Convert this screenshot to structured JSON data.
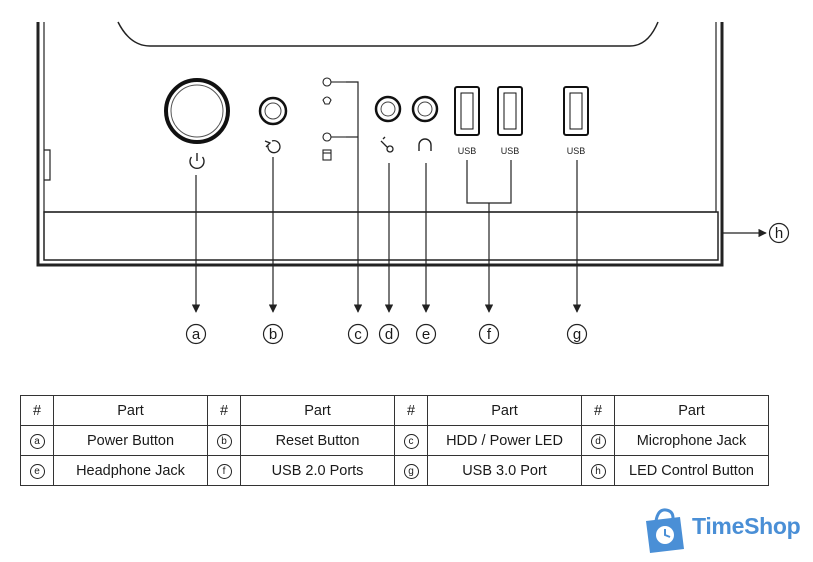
{
  "diagram": {
    "callouts": [
      "a",
      "b",
      "c",
      "d",
      "e",
      "f",
      "g",
      "h"
    ],
    "usb_labels": [
      "USB",
      "USB",
      "USB"
    ]
  },
  "table": {
    "headers": [
      "#",
      "Part",
      "#",
      "Part",
      "#",
      "Part",
      "#",
      "Part"
    ],
    "rows": [
      [
        {
          "id": "a",
          "part": "Power Button"
        },
        {
          "id": "b",
          "part": "Reset Button"
        },
        {
          "id": "c",
          "part": "HDD / Power LED"
        },
        {
          "id": "d",
          "part": "Microphone Jack"
        }
      ],
      [
        {
          "id": "e",
          "part": "Headphone Jack"
        },
        {
          "id": "f",
          "part": "USB 2.0 Ports"
        },
        {
          "id": "g",
          "part": "USB 3.0 Port"
        },
        {
          "id": "h",
          "part": "LED Control Button"
        }
      ]
    ]
  },
  "logo": {
    "text": "TimeShop",
    "color": "#4a8fd6"
  }
}
